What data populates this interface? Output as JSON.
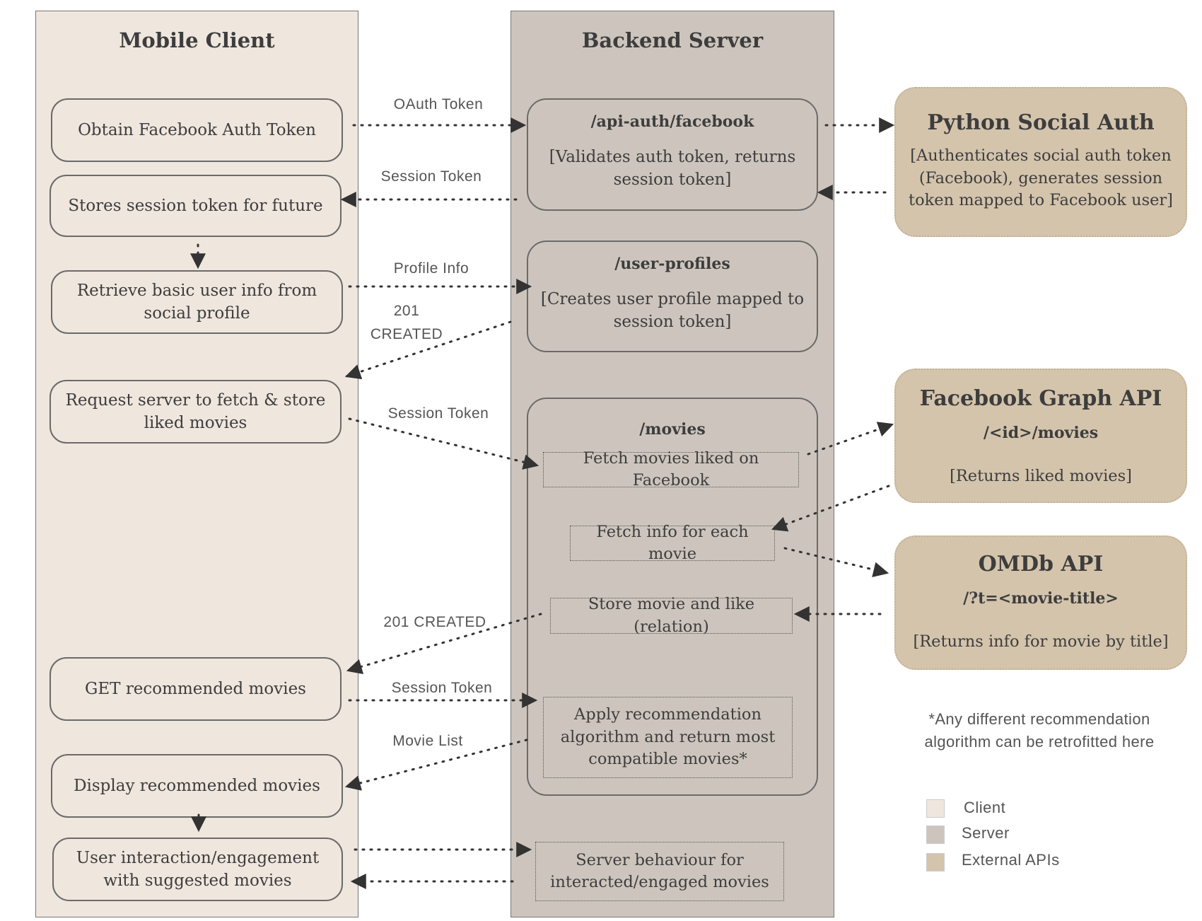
{
  "lanes": {
    "client": "Mobile Client",
    "server": "Backend Server"
  },
  "client_steps": {
    "obtain_token": "Obtain Facebook Auth Token",
    "store_session": "Stores session token for future",
    "retrieve_info": "Retrieve basic user info from social profile",
    "request_movies": "Request server to fetch & store liked movies",
    "get_recommended": "GET recommended movies",
    "display_recommended": "Display recommended movies",
    "user_interaction": "User interaction/engagement with suggested movies"
  },
  "server_endpoints": {
    "auth": {
      "path": "/api-auth/facebook",
      "desc": "[Validates auth token, returns session token]"
    },
    "profiles": {
      "path": "/user-profiles",
      "desc": "[Creates user profile mapped to session token]"
    },
    "movies": {
      "path": "/movies"
    }
  },
  "movie_steps": {
    "fetch_liked": "Fetch movies liked on Facebook",
    "fetch_info": "Fetch info for each movie",
    "store": "Store movie and like (relation)",
    "recommend": "Apply recommendation algorithm and return most compatible movies*",
    "behaviour": "Server behaviour for interacted/engaged movies"
  },
  "external": {
    "psa": {
      "title": "Python Social Auth",
      "desc": "[Authenticates social auth token (Facebook), generates session token mapped to Facebook user]"
    },
    "fb_graph": {
      "title": "Facebook Graph API",
      "endpoint": "/<id>/movies",
      "desc": "[Returns liked movies]"
    },
    "omdb": {
      "title": "OMDb API",
      "endpoint": "/?t=<movie-title>",
      "desc": "[Returns info for movie by title]"
    }
  },
  "arrow_labels": {
    "oauth_token": "OAuth Token",
    "session_token_1": "Session Token",
    "profile_info": "Profile Info",
    "created_1a": "201",
    "created_1b": "CREATED",
    "session_token_2": "Session Token",
    "created_2": "201 CREATED",
    "session_token_3": "Session Token",
    "movie_list": "Movie List"
  },
  "note": "*Any different recommendation algorithm can be retrofitted here",
  "legend": [
    {
      "label": "Client",
      "color": "#efe6de"
    },
    {
      "label": "Server",
      "color": "#cdc5bd"
    },
    {
      "label": "External APIs",
      "color": "#d4c4ac"
    }
  ]
}
